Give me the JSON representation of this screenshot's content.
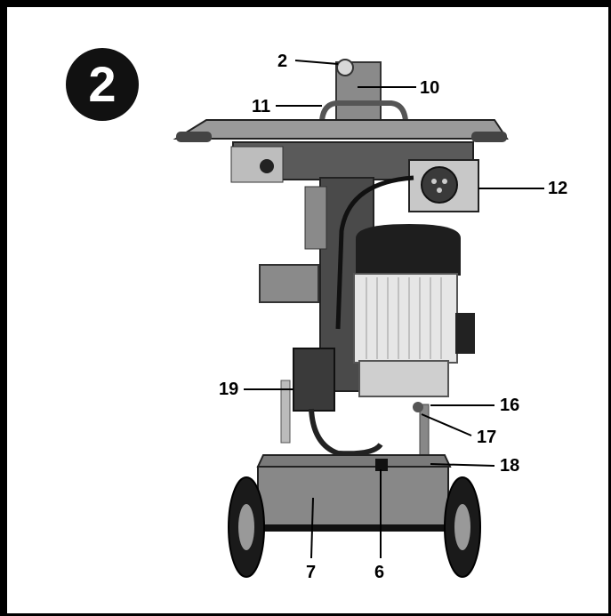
{
  "figure": {
    "number": "2"
  },
  "callouts": [
    {
      "id": "c2",
      "label": "2"
    },
    {
      "id": "c10",
      "label": "10"
    },
    {
      "id": "c11",
      "label": "11"
    },
    {
      "id": "c12",
      "label": "12"
    },
    {
      "id": "c19",
      "label": "19"
    },
    {
      "id": "c16",
      "label": "16"
    },
    {
      "id": "c17",
      "label": "17"
    },
    {
      "id": "c18",
      "label": "18"
    },
    {
      "id": "c7",
      "label": "7"
    },
    {
      "id": "c6",
      "label": "6"
    }
  ]
}
